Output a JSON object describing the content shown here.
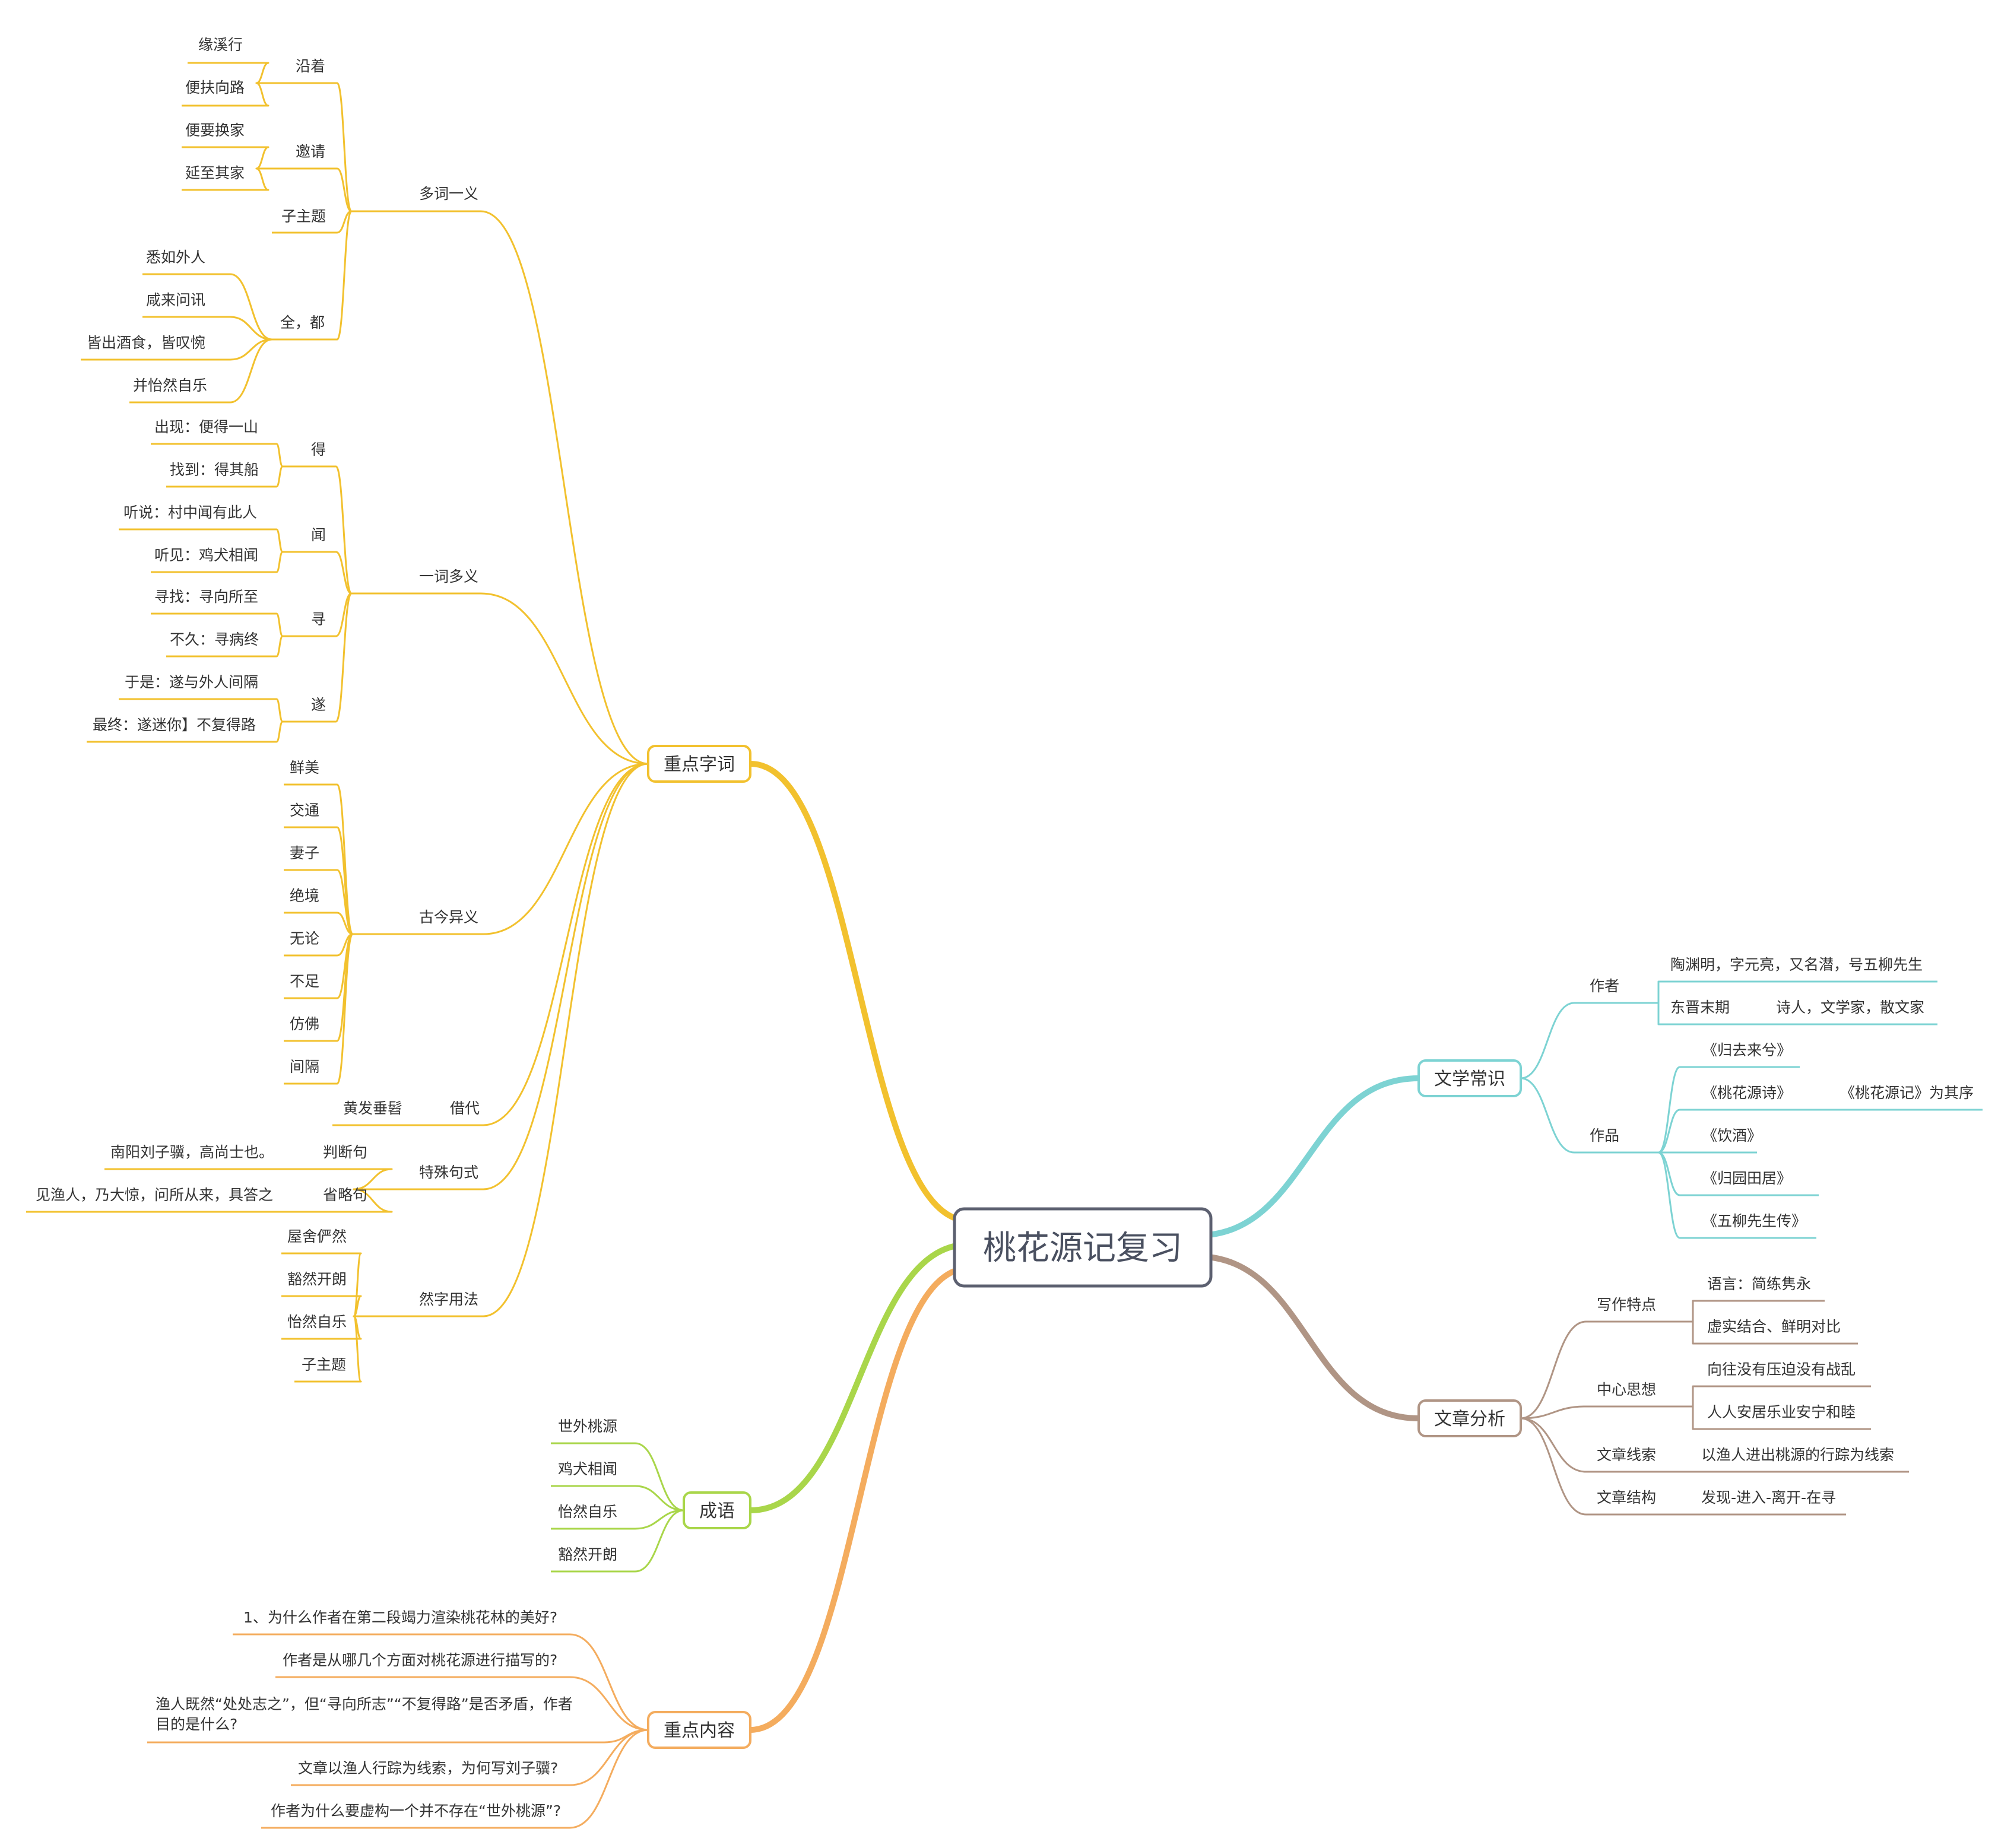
{
  "root": {
    "label": "桃花源记复习"
  },
  "colors": {
    "yellow": "#F2C12E",
    "teal": "#7DD3D3",
    "brown": "#B09585",
    "green": "#A9D64A",
    "orange": "#F4AC5E",
    "root_border": "#5c6070"
  },
  "branches": [
    {
      "id": "zdzc",
      "label": "重点字词",
      "color": "#F2C12E",
      "children": [
        {
          "label": "多词一义",
          "children": [
            {
              "label": "沿着",
              "children": [
                {
                  "label": "缘溪行"
                },
                {
                  "label": "便扶向路"
                }
              ]
            },
            {
              "label": "邀请",
              "children": [
                {
                  "label": "便要换家"
                },
                {
                  "label": "延至其家"
                }
              ]
            },
            {
              "label": "子主题"
            },
            {
              "label": "全，都",
              "children": [
                {
                  "label": "悉如外人"
                },
                {
                  "label": "咸来问讯"
                },
                {
                  "label": "皆出酒食，皆叹惋"
                },
                {
                  "label": "并怡然自乐"
                }
              ]
            }
          ]
        },
        {
          "label": "一词多义",
          "children": [
            {
              "label": "得",
              "children": [
                {
                  "label": "出现：便得一山"
                },
                {
                  "label": "找到：得其船"
                }
              ]
            },
            {
              "label": "闻",
              "children": [
                {
                  "label": "听说：村中闻有此人"
                },
                {
                  "label": "听见：鸡犬相闻"
                }
              ]
            },
            {
              "label": "寻",
              "children": [
                {
                  "label": "寻找：寻向所至"
                },
                {
                  "label": "不久：寻病终"
                }
              ]
            },
            {
              "label": "遂",
              "children": [
                {
                  "label": "于是：遂与外人间隔"
                },
                {
                  "label": "最终：遂迷你】不复得路"
                }
              ]
            }
          ]
        },
        {
          "label": "古今异义",
          "children": [
            {
              "label": "鲜美"
            },
            {
              "label": "交通"
            },
            {
              "label": "妻子"
            },
            {
              "label": "绝境"
            },
            {
              "label": "无论"
            },
            {
              "label": "不足"
            },
            {
              "label": "仿佛"
            },
            {
              "label": "间隔"
            }
          ]
        },
        {
          "label": "借代",
          "children": [
            {
              "label": "黄发垂髫"
            }
          ]
        },
        {
          "label": "特殊句式",
          "children": [
            {
              "label": "判断句",
              "children": [
                {
                  "label": "南阳刘子骥，高尚士也。"
                }
              ]
            },
            {
              "label": "省略句",
              "children": [
                {
                  "label": "见渔人，乃大惊，问所从来，具答之"
                }
              ]
            }
          ]
        },
        {
          "label": "然字用法",
          "children": [
            {
              "label": "屋舍俨然"
            },
            {
              "label": "豁然开朗"
            },
            {
              "label": "怡然自乐"
            },
            {
              "label": "子主题"
            }
          ]
        }
      ]
    },
    {
      "id": "wxcs",
      "label": "文学常识",
      "color": "#7DD3D3",
      "children": [
        {
          "label": "作者",
          "children": [
            {
              "label": "陶渊明，字元亮，又名潜，号五柳先生"
            },
            {
              "label": "东晋末期",
              "children": [
                {
                  "label": "诗人，文学家，散文家"
                }
              ]
            }
          ]
        },
        {
          "label": "作品",
          "children": [
            {
              "label": "《归去来兮》"
            },
            {
              "label": "《桃花源诗》",
              "children": [
                {
                  "label": "《桃花源记》为其序"
                }
              ]
            },
            {
              "label": "《饮酒》"
            },
            {
              "label": "《归园田居》"
            },
            {
              "label": "《五柳先生传》"
            }
          ]
        }
      ]
    },
    {
      "id": "wzfx",
      "label": "文章分析",
      "color": "#B09585",
      "children": [
        {
          "label": "写作特点",
          "children": [
            {
              "label": "语言：简练隽永"
            },
            {
              "label": "虚实结合、鲜明对比"
            }
          ]
        },
        {
          "label": "中心思想",
          "children": [
            {
              "label": "向往没有压迫没有战乱"
            },
            {
              "label": "人人安居乐业安宁和睦"
            }
          ]
        },
        {
          "label": "文章线索",
          "children": [
            {
              "label": "以渔人进出桃源的行踪为线索"
            }
          ]
        },
        {
          "label": "文章结构",
          "children": [
            {
              "label": "发现-进入-离开-在寻"
            }
          ]
        }
      ]
    },
    {
      "id": "cy",
      "label": "成语",
      "color": "#A9D64A",
      "children": [
        {
          "label": "世外桃源"
        },
        {
          "label": "鸡犬相闻"
        },
        {
          "label": "怡然自乐"
        },
        {
          "label": "豁然开朗"
        }
      ]
    },
    {
      "id": "zdnr",
      "label": "重点内容",
      "color": "#F4AC5E",
      "children": [
        {
          "label": "1、为什么作者在第二段竭力渲染桃花林的美好?"
        },
        {
          "label": "作者是从哪几个方面对桃花源进行描写的?"
        },
        {
          "label": "渔人既然“处处志之”，但“寻向所志”“不复得路”是否矛盾，作者\n目的是什么?"
        },
        {
          "label": "文章以渔人行踪为线索，为何写刘子骥?"
        },
        {
          "label": "作者为什么要虚构一个并不存在“世外桃源”?"
        }
      ]
    }
  ]
}
